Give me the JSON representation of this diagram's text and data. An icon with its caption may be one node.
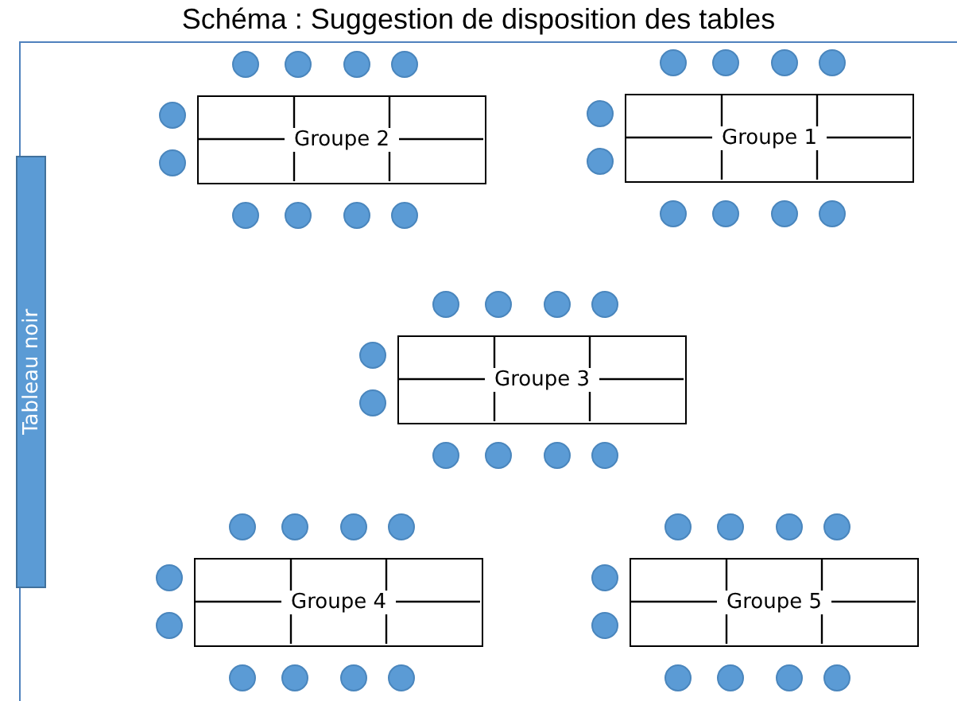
{
  "diagram": {
    "title": "Schéma : Suggestion de disposition des tables",
    "nodes": [
      {
        "text": [
          "Tableau noir"
        ]
      },
      {
        "text": [
          "Groupe 2"
        ]
      },
      {
        "text": [
          "Groupe 1"
        ]
      },
      {
        "text": [
          "Groupe 3"
        ]
      },
      {
        "text": [
          "Groupe 4"
        ]
      },
      {
        "text": [
          "Groupe 5"
        ]
      }
    ]
  }
}
